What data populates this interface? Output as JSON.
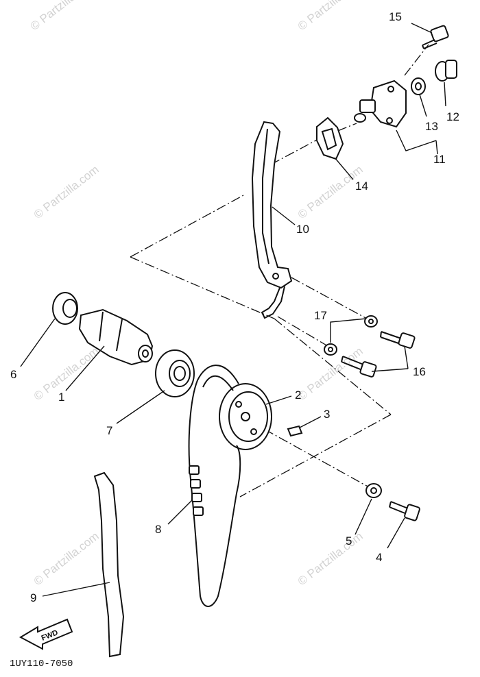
{
  "watermark": "© Partzilla.com",
  "diagram_code": "1UY110-7050",
  "fwd_label": "FWD",
  "callouts": {
    "c1": "1",
    "c2": "2",
    "c3": "3",
    "c4": "4",
    "c5": "5",
    "c6": "6",
    "c7": "7",
    "c8": "8",
    "c9": "9",
    "c10": "10",
    "c11": "11",
    "c12": "12",
    "c13": "13",
    "c14": "14",
    "c15": "15",
    "c16": "16",
    "c17": "17"
  }
}
